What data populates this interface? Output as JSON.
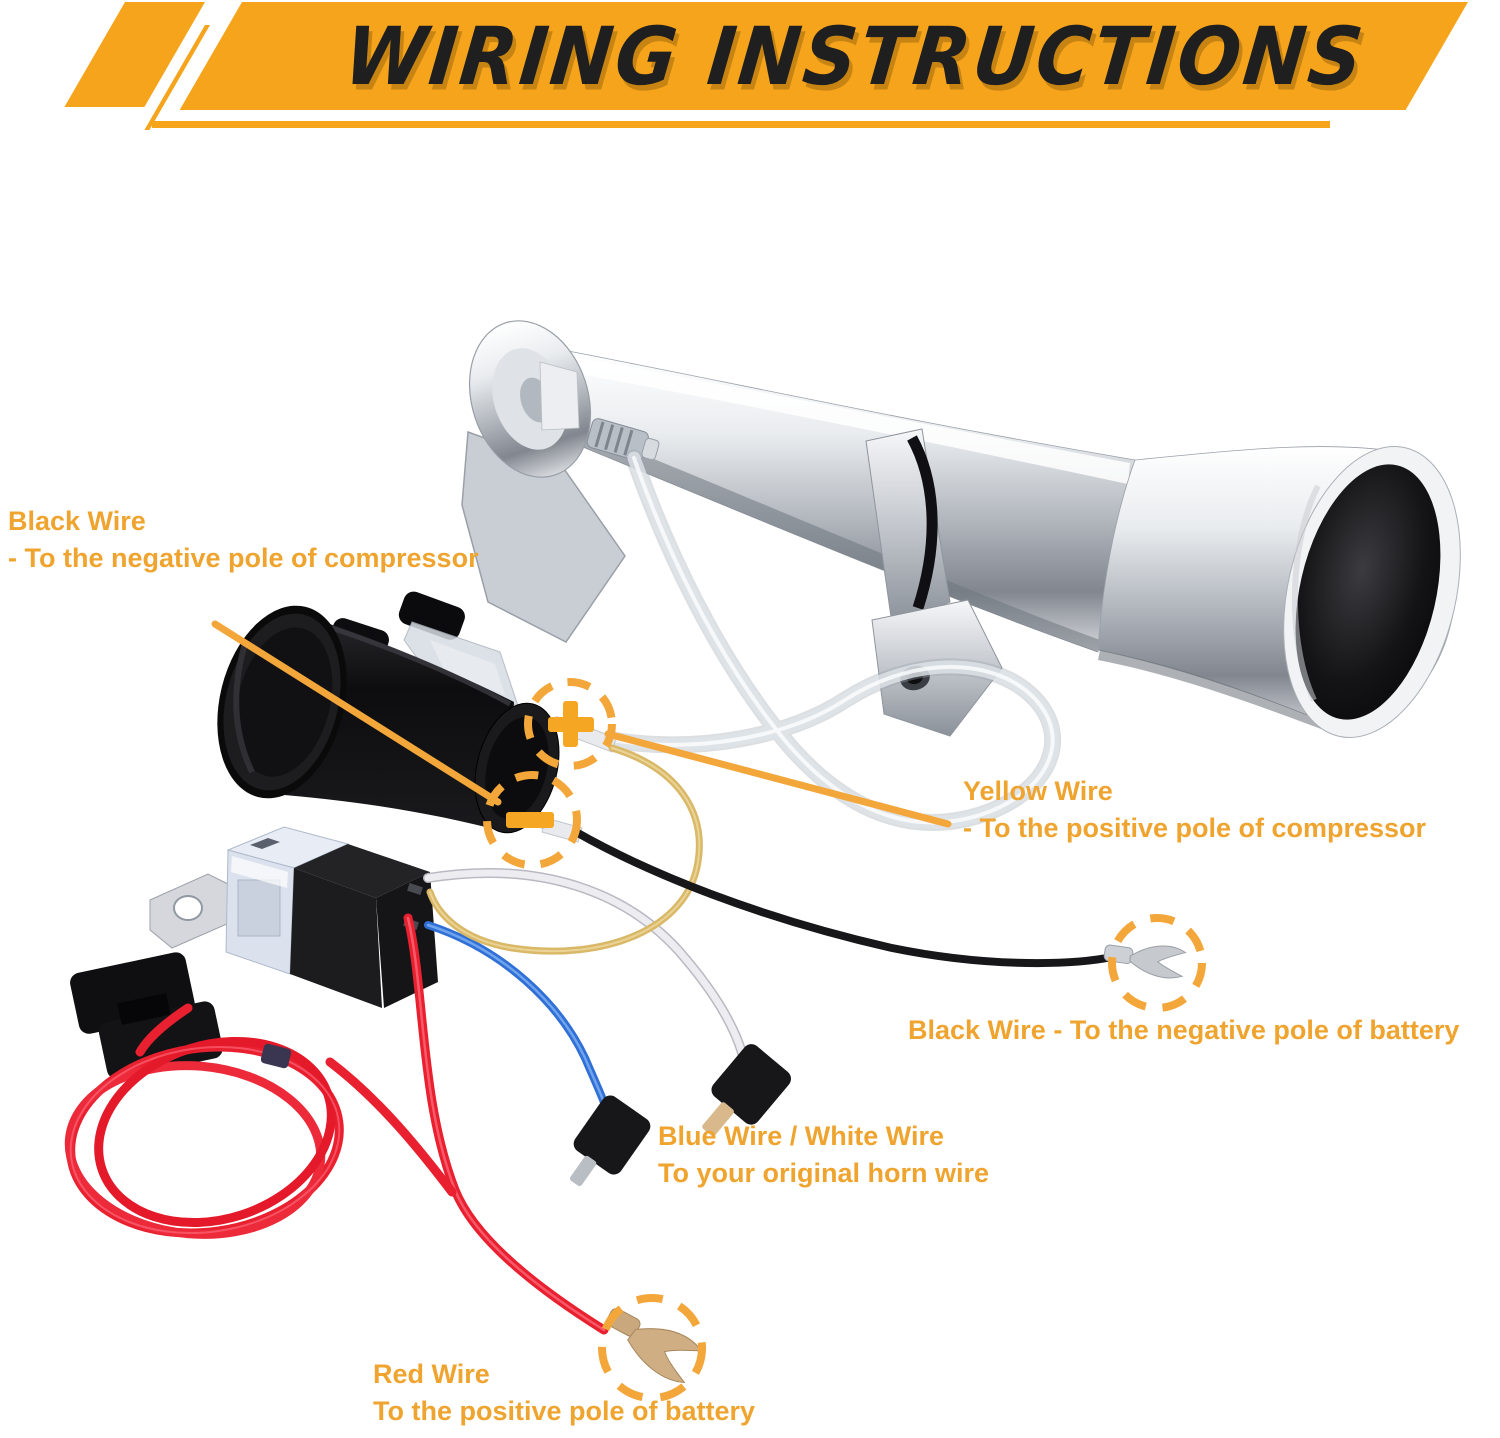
{
  "banner": {
    "title": "WIRING INSTRUCTIONS",
    "bg_color": "#F6A41C",
    "text_color": "#1F1F1F"
  },
  "annotations": {
    "label_color": "#EFA42F",
    "callout_color": "#F3A63A",
    "black_wire_compressor": {
      "line1": "Black Wire",
      "line2": "- To the negative pole of compressor"
    },
    "yellow_wire_compressor": {
      "line1": "Yellow Wire",
      "line2": "- To the positive pole of compressor"
    },
    "black_wire_battery": {
      "text": "Black Wire - To the negative pole of battery"
    },
    "blue_white_wire": {
      "line1": "Blue Wire / White Wire",
      "line2": "To your original horn wire"
    },
    "red_wire_battery": {
      "line1": "Red Wire",
      "line2": "To the positive pole of battery"
    },
    "plus_symbol": "+",
    "minus_symbol": "−"
  },
  "parts": {
    "horn": "chrome single trumpet air horn",
    "compressor": "12V air compressor",
    "relay": "relay with wiring harness",
    "fuse_holder": "fuse holder",
    "air_tube": "clear air hose",
    "red_wire_coil": "coiled red power wire"
  },
  "wire_colors": {
    "red": "#E8202F",
    "blue": "#2F6FD6",
    "white": "#E9E9EE",
    "yellow": "#D9B968",
    "black": "#17171A"
  }
}
